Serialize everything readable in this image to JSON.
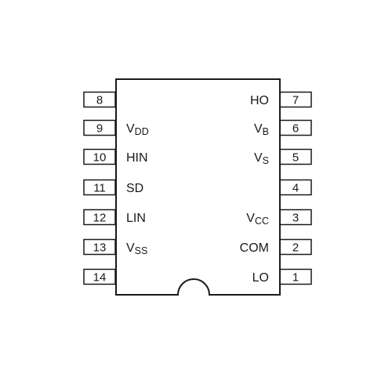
{
  "package": {
    "left_pins": [
      {
        "number": "8",
        "label": "",
        "sub": ""
      },
      {
        "number": "9",
        "label": "V",
        "sub": "DD"
      },
      {
        "number": "10",
        "label": "HIN",
        "sub": ""
      },
      {
        "number": "11",
        "label": "SD",
        "sub": ""
      },
      {
        "number": "12",
        "label": "LIN",
        "sub": ""
      },
      {
        "number": "13",
        "label": "V",
        "sub": "SS"
      },
      {
        "number": "14",
        "label": "",
        "sub": ""
      }
    ],
    "right_pins": [
      {
        "number": "7",
        "label": "HO",
        "sub": ""
      },
      {
        "number": "6",
        "label": "V",
        "sub": "B"
      },
      {
        "number": "5",
        "label": "V",
        "sub": "S"
      },
      {
        "number": "4",
        "label": "",
        "sub": ""
      },
      {
        "number": "3",
        "label": "V",
        "sub": "CC"
      },
      {
        "number": "2",
        "label": "COM",
        "sub": ""
      },
      {
        "number": "1",
        "label": "LO",
        "sub": ""
      }
    ],
    "colors": {
      "stroke": "#1a1a1a",
      "background": "#ffffff"
    }
  }
}
